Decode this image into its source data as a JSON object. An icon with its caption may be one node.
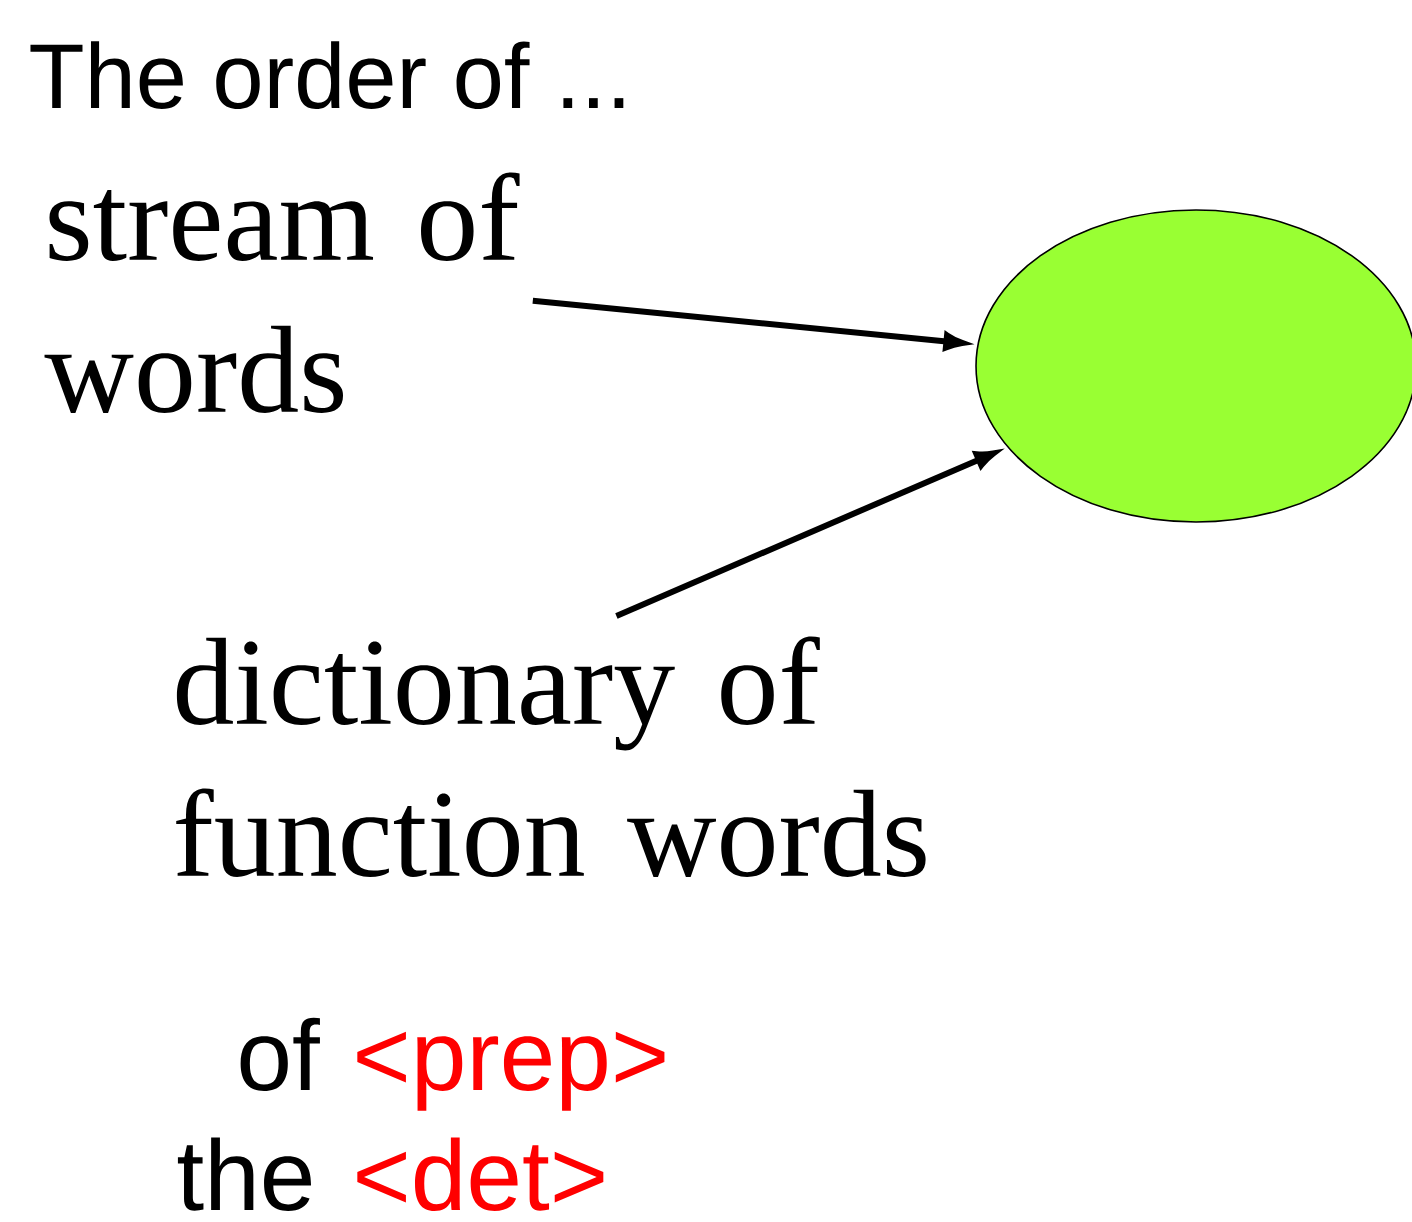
{
  "diagram": {
    "title": "The order of ...",
    "nodes": [
      {
        "text": [
          "stream of words"
        ]
      },
      {
        "text": [
          "dictionary of function words"
        ]
      },
      {
        "text": [],
        "shape": "ellipse"
      }
    ],
    "edges": [
      {
        "from": 0,
        "to": 2,
        "arrow": "to"
      },
      {
        "from": 1,
        "to": 2,
        "arrow": "to"
      }
    ],
    "labels": [
      "of",
      "<prep>",
      "the",
      "<det>"
    ]
  }
}
